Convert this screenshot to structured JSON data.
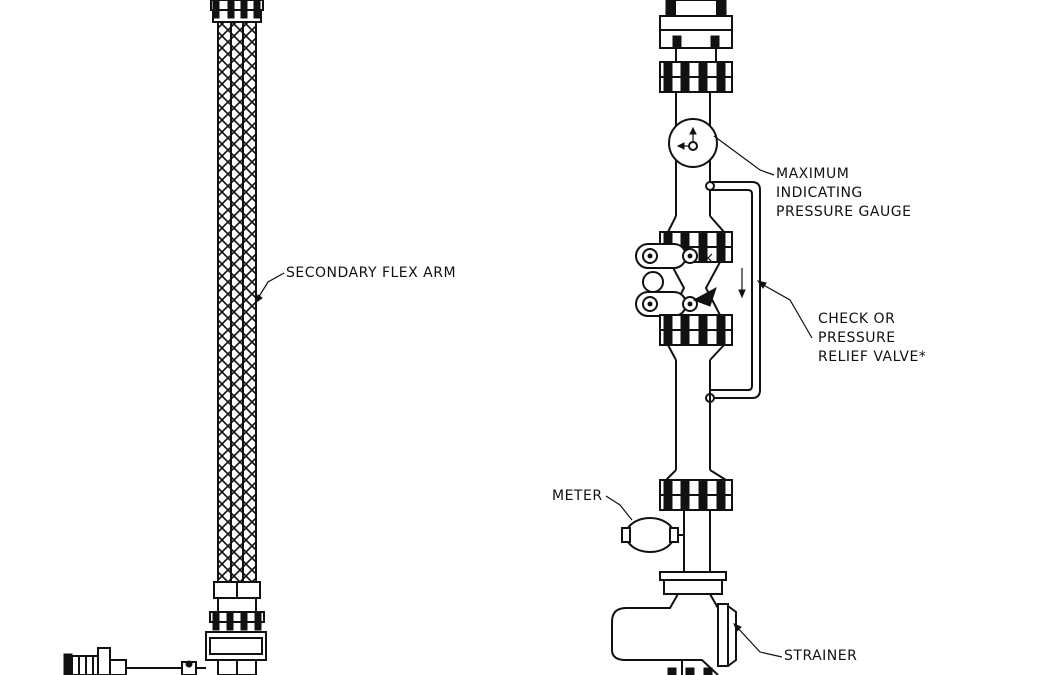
{
  "labels": {
    "flex_arm": "SECONDARY FLEX ARM",
    "gauge_line1": "MAXIMUM",
    "gauge_line2": "INDICATING",
    "gauge_line3": "PRESSURE GAUGE",
    "valve_line1": "CHECK OR",
    "valve_line2": "PRESSURE",
    "valve_line3": "RELIEF VALVE*",
    "meter": "METER",
    "strainer": "STRAINER"
  },
  "colors": {
    "line": "#111111",
    "background": "#ffffff"
  }
}
